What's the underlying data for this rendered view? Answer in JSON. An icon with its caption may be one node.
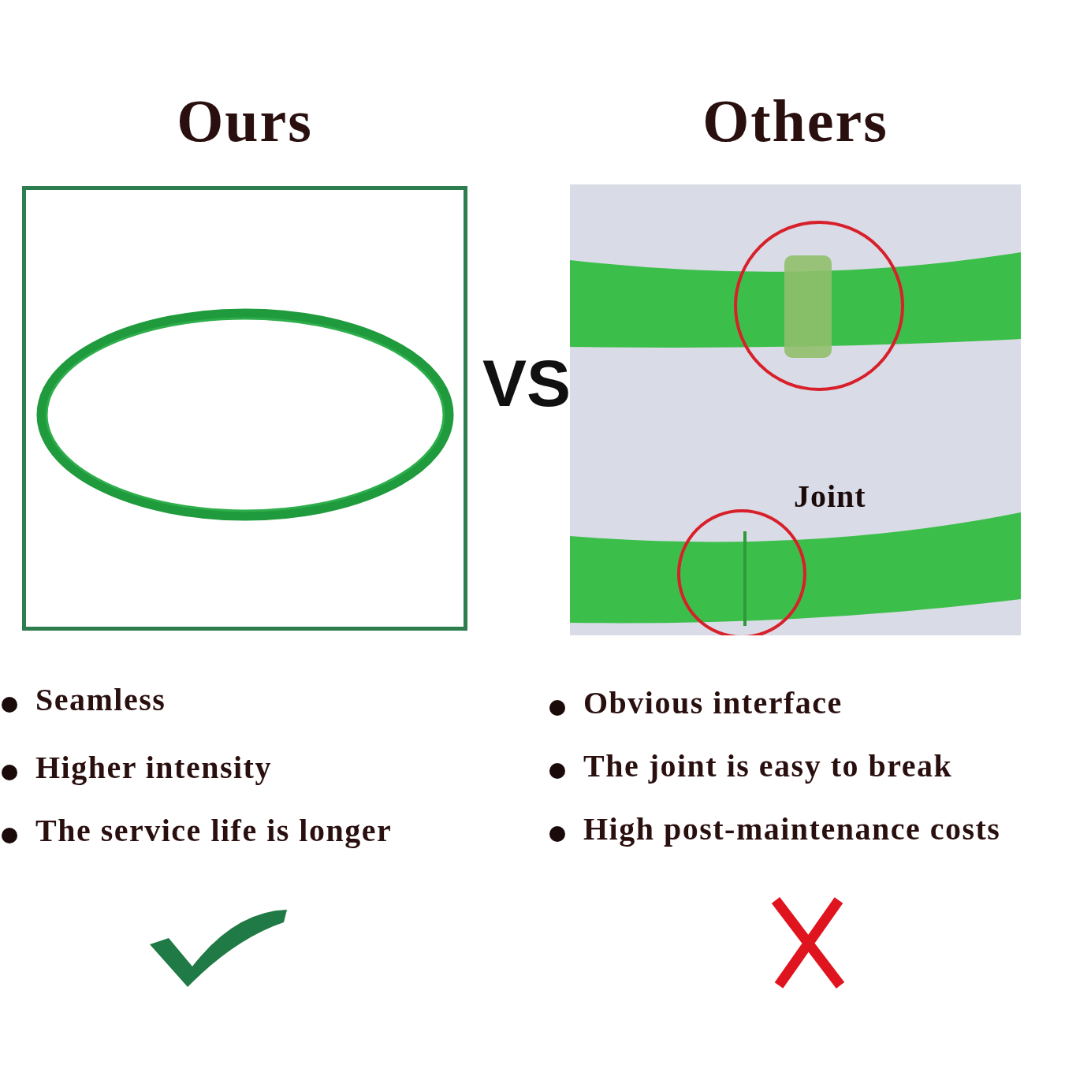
{
  "diagram": {
    "nodes": [
      {
        "text": [
          "Ours"
        ]
      },
      {
        "text": [
          "Others"
        ]
      }
    ],
    "edges": [],
    "labels": [
      "VS",
      "Joint",
      "Seamless",
      "Obvious interface",
      "Higher intensity",
      "The joint is easy to break",
      "The service life is longer",
      "High post-maintenance costs"
    ]
  }
}
